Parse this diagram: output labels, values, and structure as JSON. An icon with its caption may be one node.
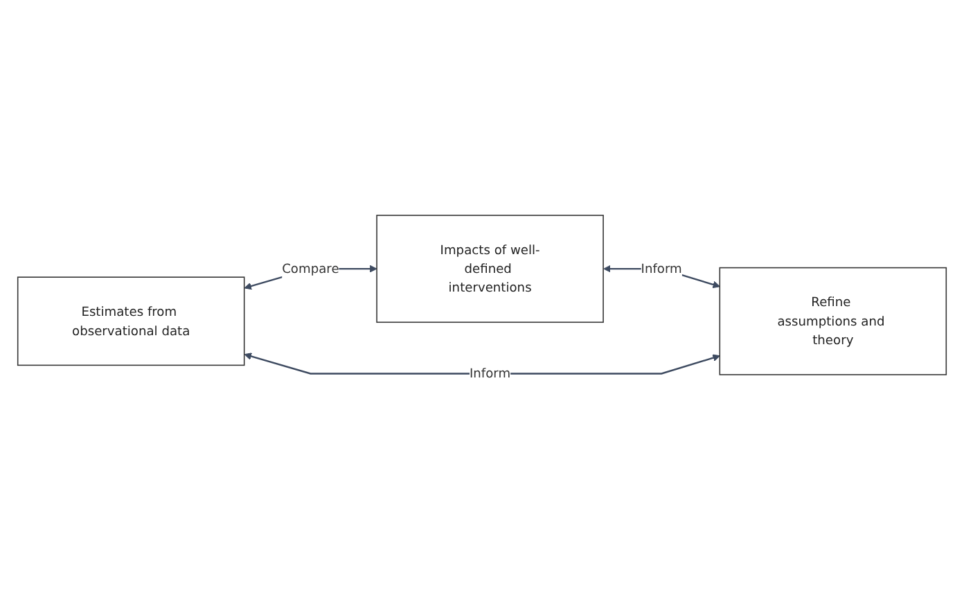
{
  "diagram": {
    "nodes": [
      {
        "text": [
          "Impacts of well-defined interventions"
        ]
      },
      {
        "text": [
          "Estimates from observational data"
        ]
      },
      {
        "text": [
          "Refine assumptions and theory"
        ]
      }
    ],
    "edges": [
      {
        "from": 1,
        "to": 0,
        "arrow": "both",
        "label": "Compare"
      },
      {
        "from": 0,
        "to": 2,
        "arrow": "both",
        "label": "Inform"
      },
      {
        "from": 1,
        "to": 2,
        "arrow": "both",
        "label": "Inform"
      }
    ]
  }
}
